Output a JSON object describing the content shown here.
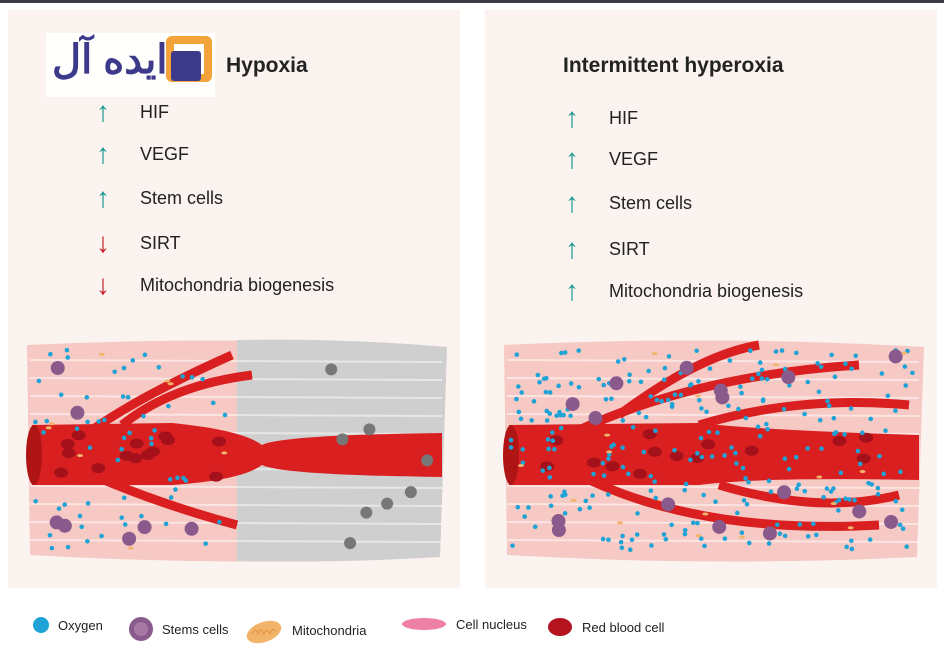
{
  "panels": [
    {
      "title": "Hypoxia",
      "items": [
        {
          "label": "HIF",
          "dir": "up"
        },
        {
          "label": "VEGF",
          "dir": "up"
        },
        {
          "label": "Stem cells",
          "dir": "up"
        },
        {
          "label": "SIRT",
          "dir": "down"
        },
        {
          "label": "Mitochondria biogenesis",
          "dir": "down"
        }
      ]
    },
    {
      "title": "Intermittent hyperoxia",
      "items": [
        {
          "label": "HIF",
          "dir": "up"
        },
        {
          "label": "VEGF",
          "dir": "up"
        },
        {
          "label": "Stem cells",
          "dir": "up"
        },
        {
          "label": "SIRT",
          "dir": "up"
        },
        {
          "label": "Mitochondria biogenesis",
          "dir": "up"
        }
      ]
    }
  ],
  "arrows": {
    "up": "↑",
    "down": "↓"
  },
  "logo": {
    "text": "ایده آل"
  },
  "legend": [
    {
      "label": "Oxygen",
      "color": "#1fa3d6"
    },
    {
      "label": "Stems cells",
      "color": "#8a5a8c"
    },
    {
      "label": "Mitochondria",
      "color": "#f2b46a"
    },
    {
      "label": "Cell nucleus",
      "color": "#ee7fa6"
    },
    {
      "label": "Red blood cell",
      "color": "#b5141e"
    }
  ],
  "colors": {
    "panel_bg": "#fbf3ef",
    "tissue": "#f6c9c4",
    "hypoxic_tissue": "#cfcfcf",
    "vessel": "#d91f1f"
  }
}
